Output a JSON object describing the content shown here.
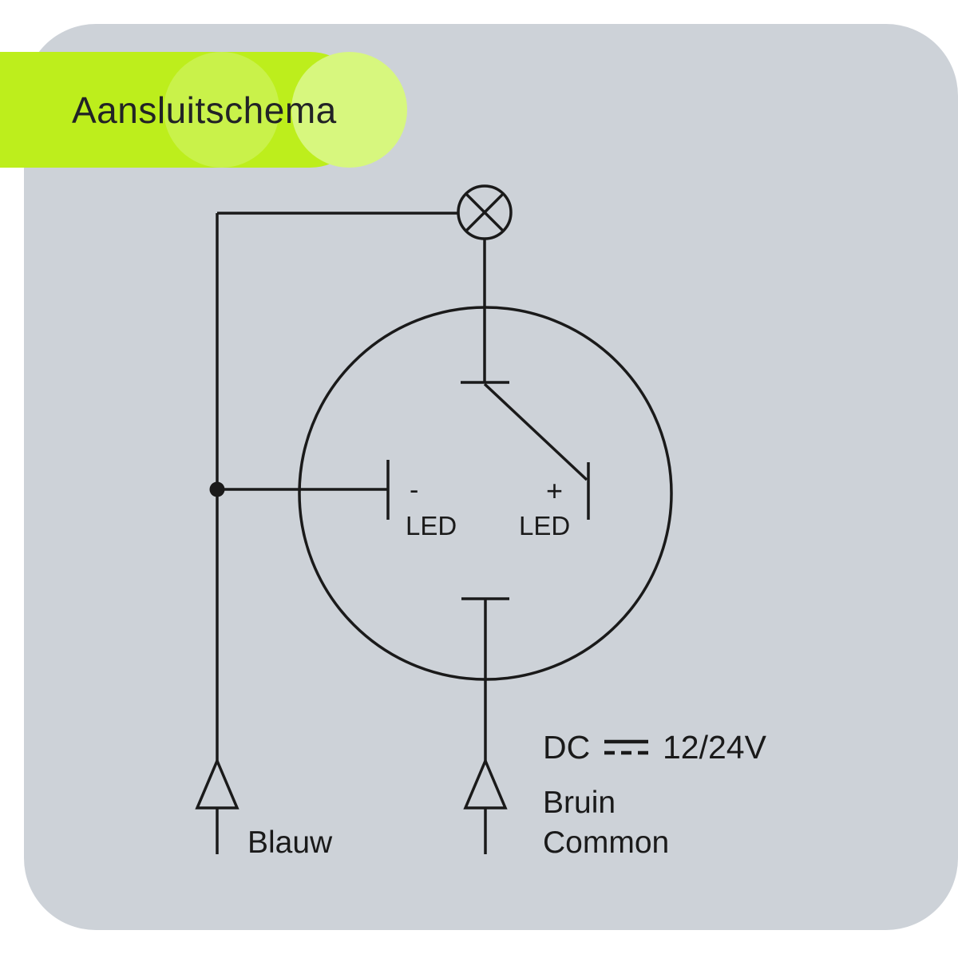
{
  "header": {
    "title": "Aansluitschema"
  },
  "diagram": {
    "labels": {
      "led_minus_polarity": "-",
      "led_minus": "LED",
      "led_plus_polarity": "+",
      "led_plus": "LED",
      "dc_label": "DC",
      "voltage": "12/24V",
      "wire_left": "Blauw",
      "wire_common_color": "Bruin",
      "wire_common": "Common"
    },
    "colors": {
      "accent_green": "#bdee1c",
      "accent_green_mid": "#c9f24a",
      "accent_green_light": "#d7f77e",
      "panel_gray": "#cdd2d8",
      "line": "#1a1a1a"
    }
  }
}
